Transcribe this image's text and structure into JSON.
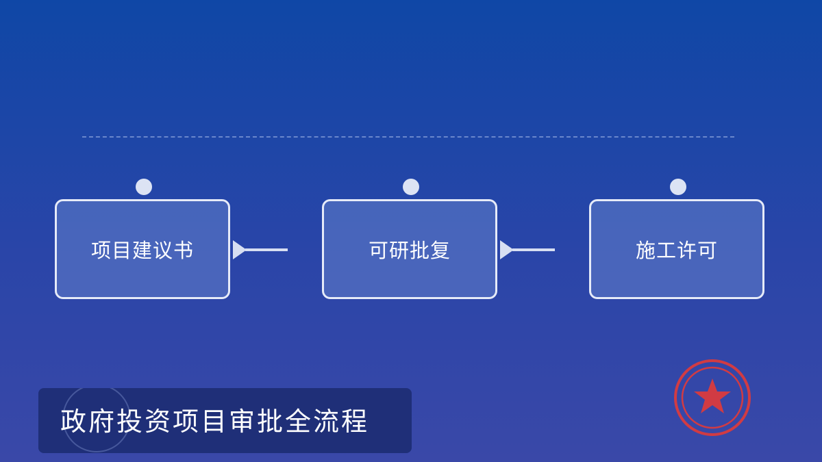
{
  "flow": {
    "steps": [
      {
        "label": "项目建议书"
      },
      {
        "label": "可研批复"
      },
      {
        "label": "施工许可"
      }
    ]
  },
  "title": {
    "text": "政府投资项目审批全流程"
  },
  "seal": {
    "icon": "star-seal-icon",
    "color": "#d13b43"
  },
  "colors": {
    "background_top": "#0f47a6",
    "background_bottom": "#3a48a8",
    "box_border": "#e6ebf8",
    "connector": "#d8dff2",
    "title_bar": "#1f2f78"
  }
}
